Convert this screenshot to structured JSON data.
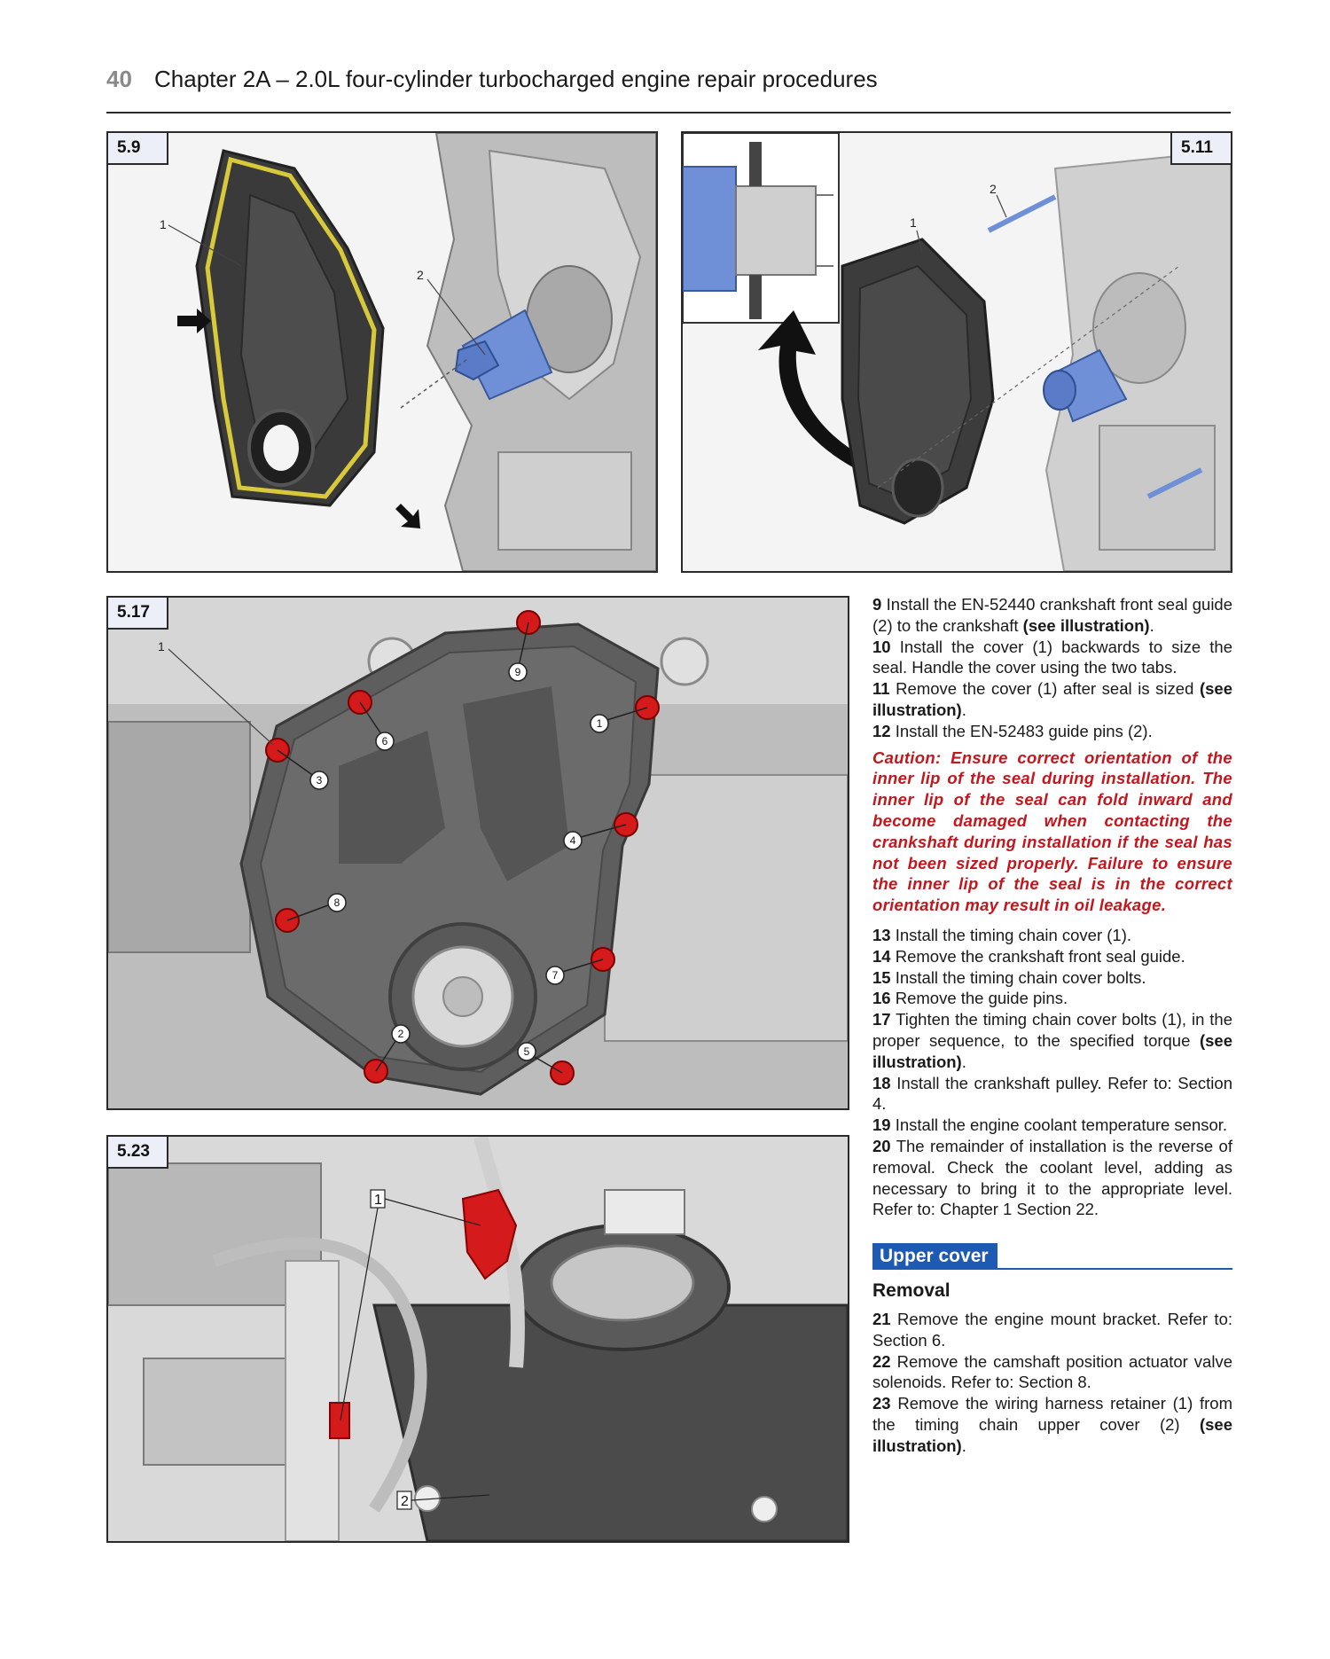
{
  "header": {
    "page_number": "40",
    "chapter_title": "Chapter 2A – 2.0L four-cylinder turbocharged engine repair procedures"
  },
  "figures": [
    {
      "id": "5.9",
      "callouts": [
        "1",
        "2"
      ]
    },
    {
      "id": "5.11",
      "callouts": [
        "1",
        "2"
      ]
    },
    {
      "id": "5.17",
      "callouts": [
        "1",
        "1",
        "2",
        "3",
        "4",
        "5",
        "6",
        "7",
        "8",
        "9"
      ]
    },
    {
      "id": "5.23",
      "callouts": [
        "1",
        "2"
      ]
    }
  ],
  "colors": {
    "caution_red": "#c4161c",
    "section_blue": "#1e5ab4",
    "bolt_red": "#d41a1a",
    "tool_blue": "#6f8fd6",
    "gasket_yellow": "#d8c93a"
  },
  "steps_a": [
    {
      "num": "9",
      "text": "Install the EN-52440 crankshaft front seal guide (2) to the crankshaft ",
      "bold": "(see illustration)",
      "tail": "."
    },
    {
      "num": "10",
      "text": "Install the cover (1) backwards to size the seal. Handle the cover using the two tabs.",
      "bold": "",
      "tail": ""
    },
    {
      "num": "11",
      "text": "Remove the cover (1) after seal is sized ",
      "bold": "(see illustration)",
      "tail": "."
    },
    {
      "num": "12",
      "text": "Install the EN-52483 guide pins (2).",
      "bold": "",
      "tail": ""
    }
  ],
  "caution": "Caution: Ensure correct orientation of the inner lip of the seal during installation. The inner lip of the seal can fold inward and become damaged when contacting the crankshaft during installation if the seal has not been sized properly. Failure to ensure the inner lip of the seal is in the correct orientation may result in oil leakage.",
  "steps_b": [
    {
      "num": "13",
      "text": "Install the timing chain cover (1).",
      "bold": "",
      "tail": ""
    },
    {
      "num": "14",
      "text": "Remove the crankshaft front seal guide.",
      "bold": "",
      "tail": ""
    },
    {
      "num": "15",
      "text": "Install the timing chain cover bolts.",
      "bold": "",
      "tail": ""
    },
    {
      "num": "16",
      "text": "Remove the guide pins.",
      "bold": "",
      "tail": ""
    },
    {
      "num": "17",
      "text": "Tighten the timing chain cover bolts (1), in the proper sequence, to the specified torque ",
      "bold": "(see illustration)",
      "tail": "."
    },
    {
      "num": "18",
      "text": "Install the crankshaft pulley. Refer to: Section 4.",
      "bold": "",
      "tail": ""
    },
    {
      "num": "19",
      "text": "Install the engine coolant temperature sensor.",
      "bold": "",
      "tail": ""
    },
    {
      "num": "20",
      "text": "The remainder of installation is the reverse of removal. Check the coolant level, adding as necessary to bring it to the appropriate level. Refer to: Chapter 1 Section 22.",
      "bold": "",
      "tail": ""
    }
  ],
  "section": {
    "title": "Upper cover",
    "subtitle": "Removal"
  },
  "steps_c": [
    {
      "num": "21",
      "text": "Remove the engine mount bracket. Refer to: Section 6.",
      "bold": "",
      "tail": ""
    },
    {
      "num": "22",
      "text": "Remove the camshaft position actuator valve solenoids. Refer to: Section 8.",
      "bold": "",
      "tail": ""
    },
    {
      "num": "23",
      "text": "Remove the wiring harness retainer (1) from the timing chain upper cover (2) ",
      "bold": "(see illustration)",
      "tail": "."
    }
  ]
}
